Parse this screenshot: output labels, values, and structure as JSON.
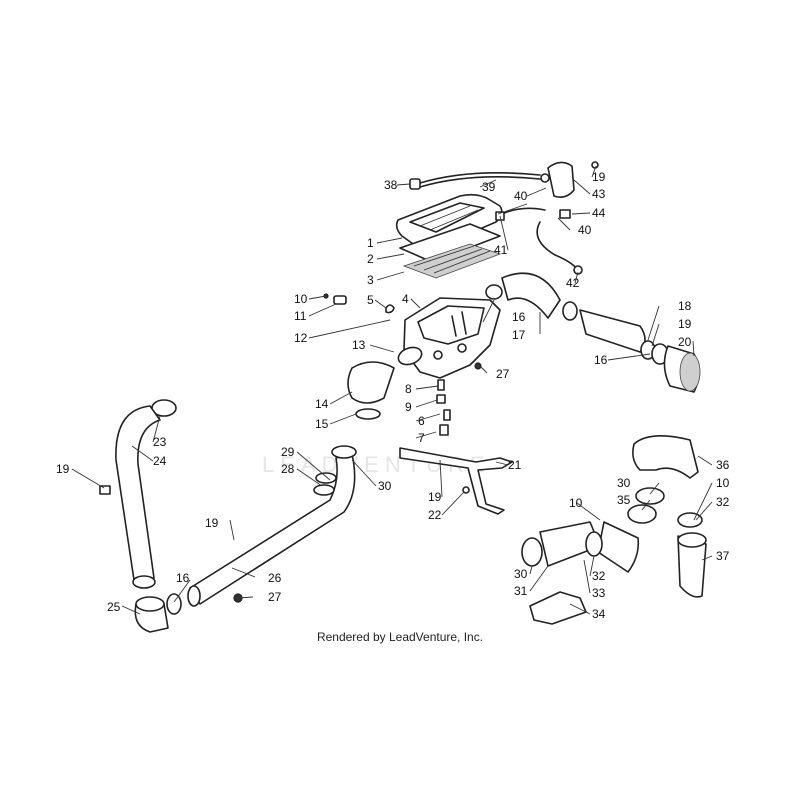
{
  "credit": "Rendered by LeadVenture, Inc.",
  "watermark": "LEADVENTURE",
  "callouts": [
    "1",
    "2",
    "3",
    "4",
    "5",
    "6",
    "7",
    "8",
    "9",
    "10",
    "11",
    "12",
    "13",
    "14",
    "15",
    "16",
    "17",
    "18",
    "19",
    "20",
    "21",
    "22",
    "23",
    "24",
    "25",
    "26",
    "27",
    "28",
    "29",
    "30",
    "31",
    "32",
    "33",
    "34",
    "35",
    "36",
    "37",
    "38",
    "39",
    "40",
    "41",
    "42",
    "43",
    "44"
  ],
  "colors": {
    "line": "#222222",
    "background": "#ffffff",
    "watermark": "#e6e6e6"
  }
}
